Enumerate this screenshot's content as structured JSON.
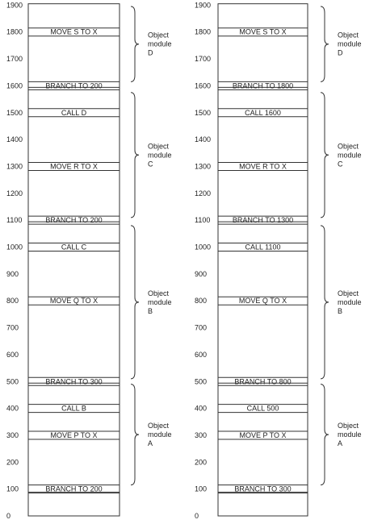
{
  "address_labels": [
    "1900",
    "1800",
    "1700",
    "1600",
    "1500",
    "1400",
    "1300",
    "1200",
    "1100",
    "1000",
    "900",
    "800",
    "700",
    "600",
    "500",
    "400",
    "300",
    "200",
    "100",
    "0"
  ],
  "columns": [
    {
      "instructions": [
        {
          "addr": 1800,
          "text": "MOVE S TO X"
        },
        {
          "addr": 1600,
          "text": "BRANCH TO 200"
        },
        {
          "addr": 1500,
          "text": "CALL D"
        },
        {
          "addr": 1300,
          "text": "MOVE R TO X"
        },
        {
          "addr": 1100,
          "text": "BRANCH TO 200"
        },
        {
          "addr": 1000,
          "text": "CALL C"
        },
        {
          "addr": 800,
          "text": "MOVE Q TO X"
        },
        {
          "addr": 500,
          "text": "BRANCH TO 300"
        },
        {
          "addr": 400,
          "text": "CALL B"
        },
        {
          "addr": 300,
          "text": "MOVE P TO X"
        },
        {
          "addr": 100,
          "text": "BRANCH TO 200"
        }
      ],
      "modules": [
        {
          "label": [
            "Object",
            "module",
            "D"
          ]
        },
        {
          "label": [
            "Object",
            "module",
            "C"
          ]
        },
        {
          "label": [
            "Object",
            "module",
            "B"
          ]
        },
        {
          "label": [
            "Object",
            "module",
            "A"
          ]
        }
      ]
    },
    {
      "instructions": [
        {
          "addr": 1800,
          "text": "MOVE S TO X"
        },
        {
          "addr": 1600,
          "text": "BRANCH TO 1800"
        },
        {
          "addr": 1500,
          "text": "CALL 1600"
        },
        {
          "addr": 1300,
          "text": "MOVE R TO X"
        },
        {
          "addr": 1100,
          "text": "BRANCH TO 1300"
        },
        {
          "addr": 1000,
          "text": "CALL 1100"
        },
        {
          "addr": 800,
          "text": "MOVE Q TO X"
        },
        {
          "addr": 500,
          "text": "BRANCH TO 800"
        },
        {
          "addr": 400,
          "text": "CALL 500"
        },
        {
          "addr": 300,
          "text": "MOVE P TO X"
        },
        {
          "addr": 100,
          "text": "BRANCH TO 300"
        }
      ],
      "modules": [
        {
          "label": [
            "Object",
            "module",
            "D"
          ]
        },
        {
          "label": [
            "Object",
            "module",
            "C"
          ]
        },
        {
          "label": [
            "Object",
            "module",
            "B"
          ]
        },
        {
          "label": [
            "Object",
            "module",
            "A"
          ]
        }
      ]
    }
  ]
}
